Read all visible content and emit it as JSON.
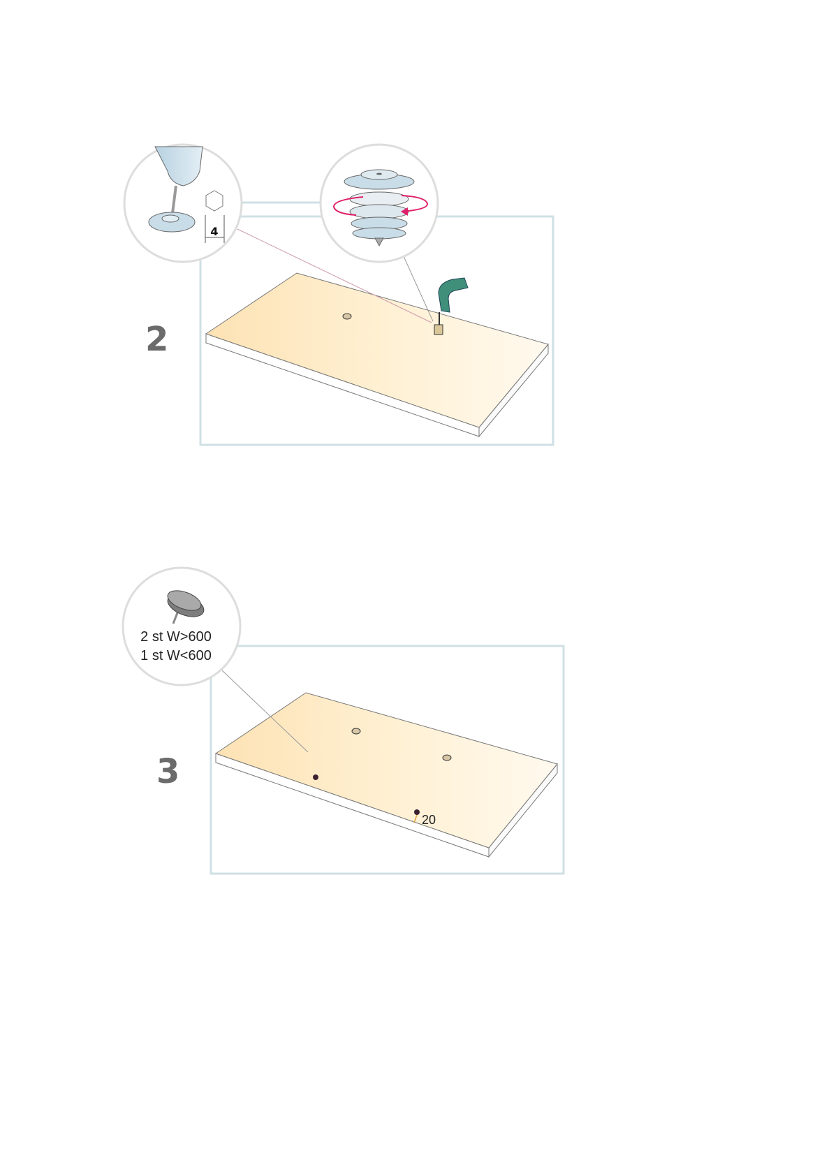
{
  "steps": [
    {
      "number": "2",
      "tool_size": "4",
      "tool_icon": "hex-key-icon",
      "detail_icon": "cam-screw-rotate-icon"
    },
    {
      "number": "3",
      "quantity_line1": "2 st W>600",
      "quantity_line2": "1 st W<600",
      "dimension": "20",
      "detail_icon": "furniture-glide-icon"
    }
  ],
  "colors": {
    "frame": "#cfe0e4",
    "board_left": "#fde3b8",
    "board_right": "#fff6e8",
    "wrench": "#3f8f7a",
    "arrow": "#e0206a",
    "part": "#c9dde8"
  }
}
